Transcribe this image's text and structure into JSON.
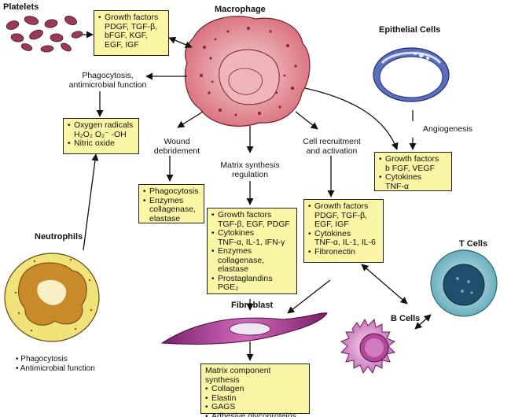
{
  "cells": {
    "platelets": "Platelets",
    "macrophage": "Macrophage",
    "epithelial": "Epithelial Cells",
    "neutrophils": "Neutrophils",
    "fibroblast": "Fibroblast",
    "b_cells": "B Cells",
    "t_cells": "T Cells"
  },
  "labels": {
    "phagocytosis_antimicrobial": [
      "Phagocytosis,",
      "antimicrobial function"
    ],
    "wound_debridement": [
      "Wound",
      "debridement"
    ],
    "matrix_synthesis_regulation": [
      "Matrix synthesis",
      "regulation"
    ],
    "cell_recruitment": [
      "Cell recruitment",
      "and activation"
    ],
    "angiogenesis": "Angiogenesis"
  },
  "boxes": {
    "platelet_growth": [
      {
        "kind": "bullet",
        "text": "Growth factors"
      },
      {
        "kind": "sub",
        "text": "PDGF, TGF-β,"
      },
      {
        "kind": "sub",
        "text": "bFGF, KGF,"
      },
      {
        "kind": "sub",
        "text": "EGF, IGF"
      }
    ],
    "oxygen": [
      {
        "kind": "bullet",
        "text": "Oxygen radicals"
      },
      {
        "kind": "sub",
        "text": "H₂O₂  O₂⁻  -OH"
      },
      {
        "kind": "bullet",
        "text": "Nitric oxide"
      }
    ],
    "phagocytosis_enzymes": [
      {
        "kind": "bullet",
        "text": "Phagocytosis"
      },
      {
        "kind": "bullet",
        "text": "Enzymes"
      },
      {
        "kind": "sub",
        "text": "collagenase,"
      },
      {
        "kind": "sub",
        "text": "elastase"
      }
    ],
    "matrix_regulation": [
      {
        "kind": "bullet",
        "text": "Growth factors"
      },
      {
        "kind": "sub",
        "text": "TGF-β, EGF, PDGF"
      },
      {
        "kind": "bullet",
        "text": "Cytokines"
      },
      {
        "kind": "sub",
        "text": "TNF-α, IL-1, IFN-γ"
      },
      {
        "kind": "bullet",
        "text": "Enzymes"
      },
      {
        "kind": "sub",
        "text": "collagenase, elastase"
      },
      {
        "kind": "bullet",
        "text": "Prostaglandins"
      },
      {
        "kind": "sub",
        "text": "PGE₂"
      }
    ],
    "recruitment": [
      {
        "kind": "bullet",
        "text": "Growth factors"
      },
      {
        "kind": "sub",
        "text": "PDGF, TGF-β,"
      },
      {
        "kind": "sub",
        "text": "EGF, IGF"
      },
      {
        "kind": "bullet",
        "text": "Cytokines"
      },
      {
        "kind": "sub",
        "text": "TNF-α, IL-1, IL-6"
      },
      {
        "kind": "bullet",
        "text": "Fibronectin"
      }
    ],
    "angiogenesis_factors": [
      {
        "kind": "bullet",
        "text": "Growth factors"
      },
      {
        "kind": "sub",
        "text": "b FGF, VEGF"
      },
      {
        "kind": "bullet",
        "text": "Cytokines"
      },
      {
        "kind": "sub",
        "text": "TNF-α"
      }
    ],
    "matrix_component": [
      {
        "kind": "plain",
        "text": "Matrix component synthesis"
      },
      {
        "kind": "bullet",
        "text": "Collagen"
      },
      {
        "kind": "bullet",
        "text": "Elastin"
      },
      {
        "kind": "bullet",
        "text": "GAGS"
      },
      {
        "kind": "bullet",
        "text": "Adhesive glycoproteins"
      }
    ]
  },
  "neutrophil_functions": [
    "Phagocytosis",
    "Antimicrobial function"
  ],
  "colors": {
    "box_fill": "#fbf6a6",
    "macrophage": "#e8a0a6",
    "platelet": "#9a3a5a",
    "epithelial": "#6e7fc8",
    "neutrophil": "#f1e37a",
    "neutrophil_nucleus": "#c98a2a",
    "b_cell": "#e2a6d6",
    "t_cell": "#9fd0d8",
    "fibroblast": "#b23a8e"
  }
}
